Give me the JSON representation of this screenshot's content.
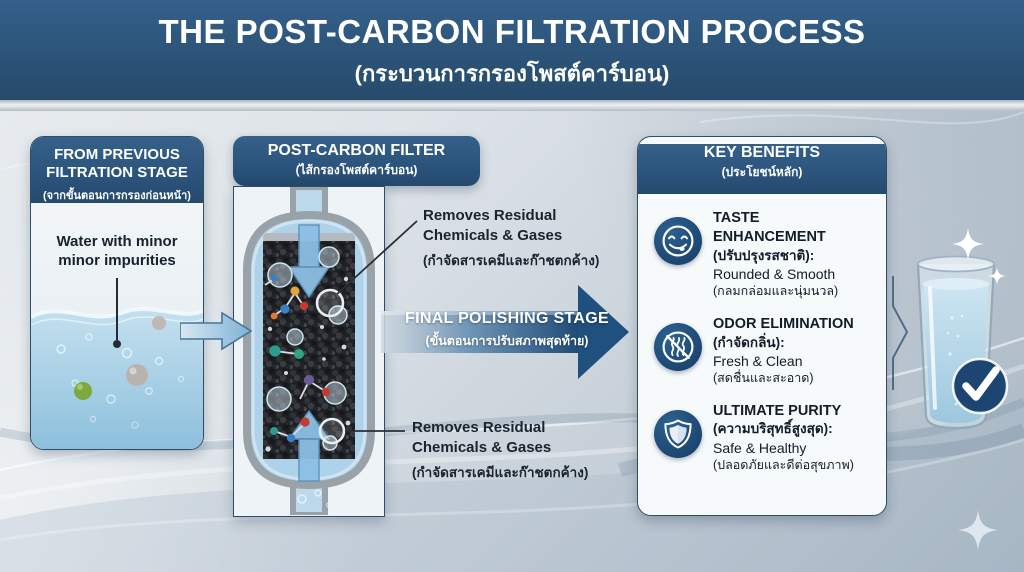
{
  "header": {
    "title": "THE POST-CARBON FILTRATION PROCESS",
    "subtitle_th": "(กระบวนการกรองโพสต์คาร์บอน)"
  },
  "previous_stage": {
    "title_line1": "FROM PREVIOUS",
    "title_line2": "FILTRATION STAGE",
    "subtitle_th": "(จากขั้นตอนการกรองก่อนหน้า)",
    "water_label_line1": "Water with minor",
    "water_label_line2": "minor impurities"
  },
  "filter": {
    "title": "POST-CARBON FILTER",
    "subtitle_th": "(ไส้กรองโพสต์คาร์บอน)",
    "callout_top": {
      "line1": "Removes Residual",
      "line2": "Chemicals & Gases",
      "subtitle_th": "(กำจัดสารเคมีและก๊าชตกค้าง)"
    },
    "callout_bottom": {
      "line1": "Removes Residual",
      "line2": "Chemicals & Gases",
      "subtitle_th": "(กำจัดสารเคมีและก๊าชตกค้าง)"
    }
  },
  "flow": {
    "label": "FINAL POLISHING STAGE",
    "label_th": "(ขั้นตอนการปรับสภาพสุดท้าย)"
  },
  "benefits": {
    "title": "KEY BENEFITS",
    "subtitle_th": "(ประโยชน์หลัก)",
    "items": [
      {
        "icon": "taste-smiley-icon",
        "title": "TASTE ENHANCEMENT",
        "title_th": "(ปรับปรุงรสชาติ):",
        "desc": "Rounded & Smooth",
        "desc_th": "(กลมกล่อมและนุ่มนวล)"
      },
      {
        "icon": "no-odor-icon",
        "title": "ODOR ELIMINATION",
        "title_th": "(กำจัดกลิ่น):",
        "desc": "Fresh & Clean",
        "desc_th": "(สดชื่นและสะอาด)"
      },
      {
        "icon": "purity-shield-icon",
        "title": "ULTIMATE PURITY",
        "title_th": "(ความบริสุทธิ์สูงสุด):",
        "desc": "Safe & Healthy",
        "desc_th": "(ปลอดภัยและดีต่อสุขภาพ)"
      }
    ]
  },
  "colors": {
    "header_blue": "#2c5478",
    "panel_blue": "#2b547c",
    "arrow_dark_blue": "#1f4c78",
    "icon_blue": "#1d4a73",
    "text_dark": "#14202c",
    "water_blue": "#9cc8e0"
  }
}
